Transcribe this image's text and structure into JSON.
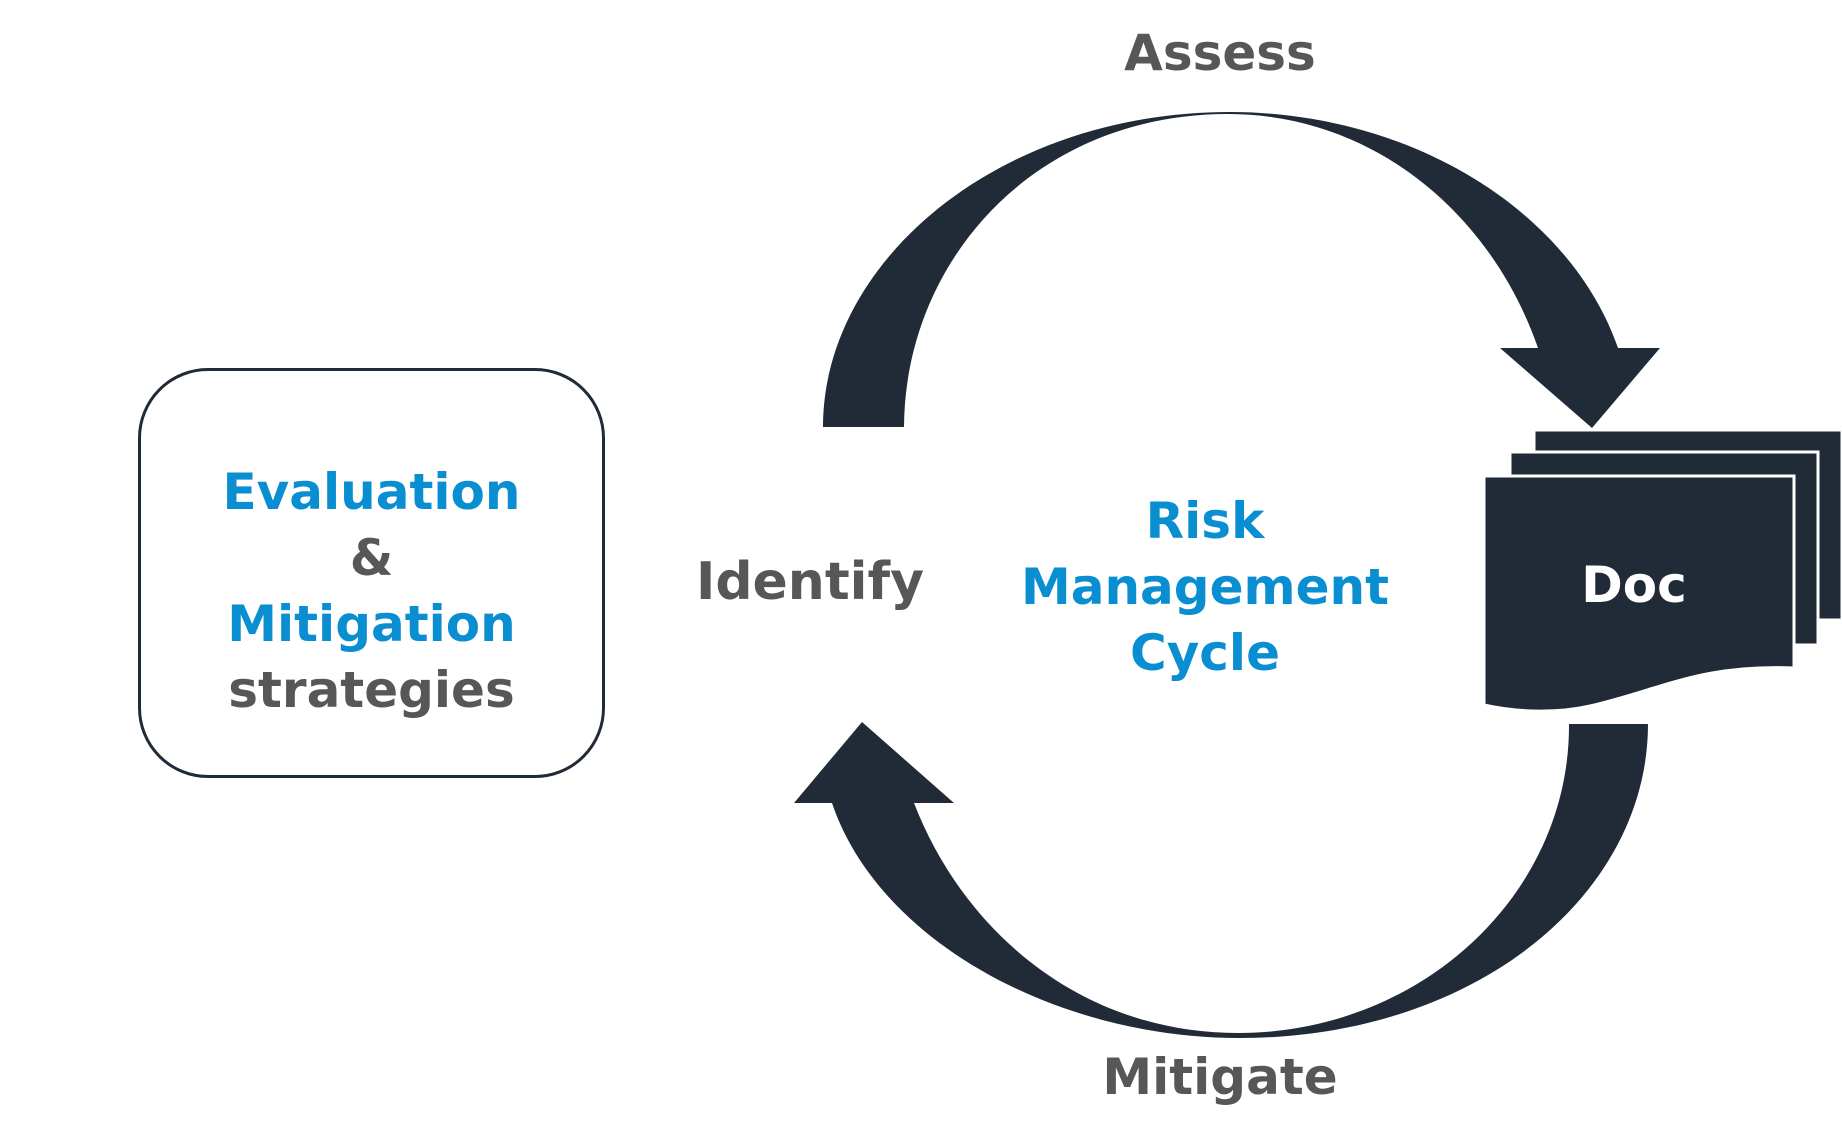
{
  "cycle": {
    "title_lines": [
      "Risk",
      "Management",
      "Cycle"
    ],
    "assess_label": "Assess",
    "identify_label": "Identify",
    "mitigate_label": "Mitigate"
  },
  "evaluation_box": {
    "line1": "Evaluation",
    "line2": "&",
    "line3": "Mitigation",
    "line4": "strategies"
  },
  "doc": {
    "label": "Doc"
  },
  "colors": {
    "arrow": "#212b38",
    "label_gray": "#575757",
    "accent_blue": "#0a8ed2",
    "background": "#ffffff"
  }
}
